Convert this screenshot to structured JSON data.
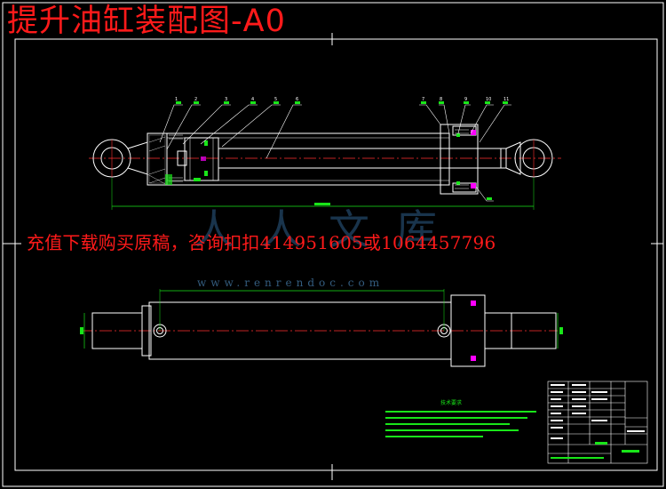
{
  "title": "提升油缸装配图-A0",
  "banner": "充值下载购买原稿，咨询扣扣414951605或1064457796",
  "watermark": {
    "brand": "人人文库",
    "url": "www.renrendoc.com"
  },
  "drawing": {
    "part_balloons": [
      "1",
      "2",
      "3",
      "4",
      "5",
      "6",
      "7",
      "8",
      "9",
      "10",
      "11"
    ],
    "notes_title": "技术要求"
  },
  "colors": {
    "background": "#000000",
    "outline": "#ffffff",
    "title_text": "#ff1a1a",
    "annotation": "#19e619",
    "magenta": "#ff00ff",
    "watermark": "#2f5f8a"
  }
}
